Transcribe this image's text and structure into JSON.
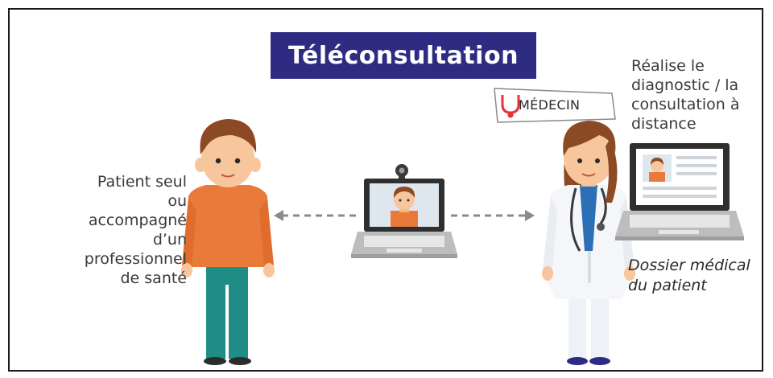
{
  "title": "Téléconsultation",
  "patient": {
    "caption_lines": [
      "Patient seul",
      "ou accompagné",
      "d’un professionnel",
      "de santé"
    ]
  },
  "doctor": {
    "badge": "MÉDECIN",
    "caption_lines": [
      "Réalise le",
      "diagnostic / la",
      "consultation à",
      "distance"
    ]
  },
  "record": {
    "caption_lines": [
      "Dossier médical",
      "du patient"
    ]
  },
  "colors": {
    "banner": "#2e2b82",
    "sweater": "#ea7a3a",
    "trousers": "#1f8c86",
    "hair": "#8b4a24",
    "skin": "#f7c69c",
    "stethoscope": "#e4333c",
    "scrubs": "#2b6fb7"
  },
  "icons": [
    "laptop-webcam-icon",
    "laptop-record-icon",
    "stethoscope-icon",
    "arrow-left-icon",
    "arrow-right-icon"
  ]
}
